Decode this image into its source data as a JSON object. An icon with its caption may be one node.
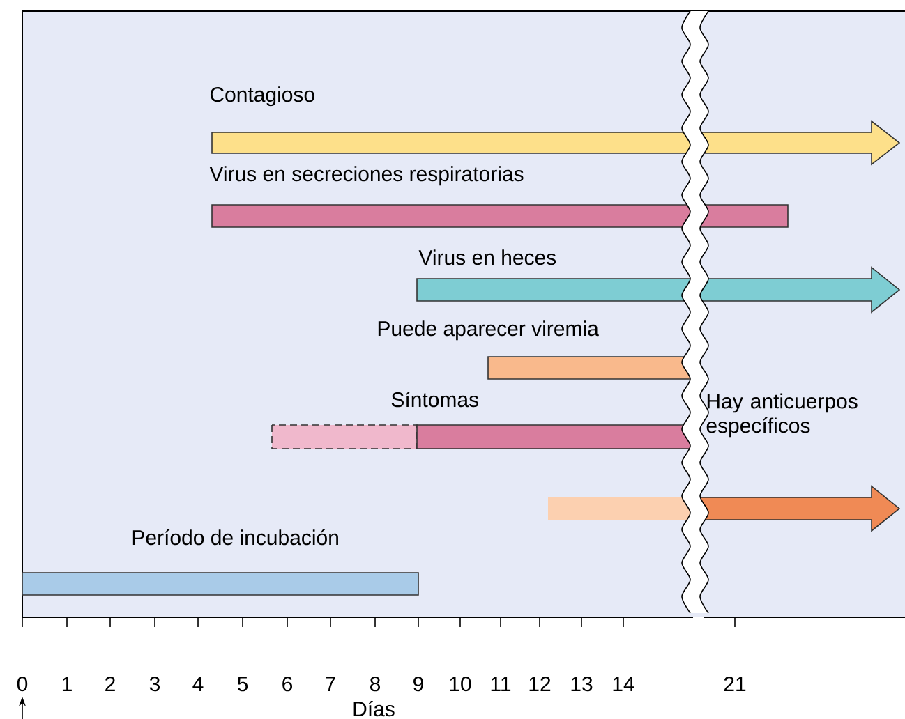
{
  "diagram": {
    "nodes": [
      {
        "text": [
          "Contagioso"
        ]
      },
      {
        "text": [
          "Virus en secreciones respiratorias"
        ]
      },
      {
        "text": [
          "Virus en heces"
        ]
      },
      {
        "text": [
          "Puede aparecer viremia"
        ]
      },
      {
        "text": [
          "Síntomas"
        ]
      },
      {
        "text": [
          "Hay anticuerpos específicos"
        ]
      },
      {
        "text": [
          "Período de incubación"
        ]
      }
    ],
    "labels": [
      "0",
      "1",
      "2",
      "3",
      "4",
      "5",
      "6",
      "7",
      "8",
      "9",
      "10",
      "11",
      "12",
      "13",
      "14",
      "21",
      "Días"
    ]
  }
}
